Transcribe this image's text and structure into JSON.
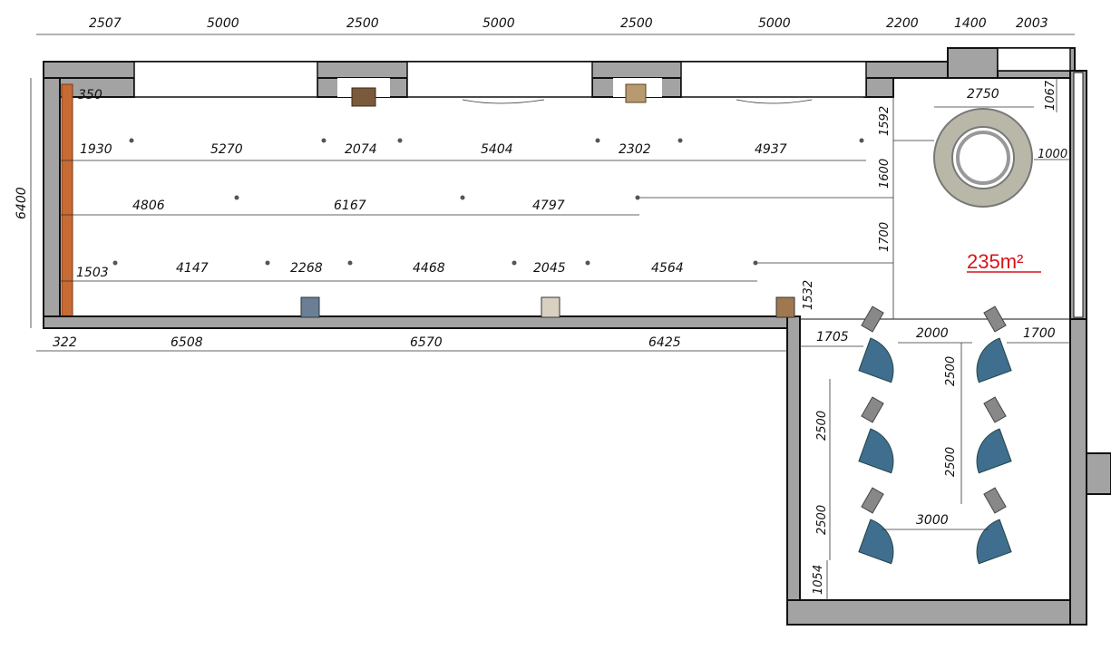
{
  "area_label": "235m²",
  "top_dims": [
    "2507",
    "5000",
    "2500",
    "5000",
    "2500",
    "5000",
    "2200",
    "1400",
    "2003"
  ],
  "left_dim": "6400",
  "wall_offset": "350",
  "row1_dims": [
    "1930",
    "5270",
    "2074",
    "5404",
    "2302",
    "4937"
  ],
  "row2_dims": [
    "4806",
    "6167",
    "4797"
  ],
  "row3_dims": [
    "1503",
    "4147",
    "2268",
    "4468",
    "2045",
    "4564"
  ],
  "bottom_dims": [
    "322",
    "6508",
    "6570",
    "6425"
  ],
  "right_vertical_dims": [
    "1592",
    "1600",
    "1700",
    "1532"
  ],
  "kiosk_dims": {
    "diameter": "2750",
    "gap": "1067",
    "radius": "1000"
  },
  "seating_dims": {
    "h1": "1705",
    "h2": "2000",
    "h3": "1700",
    "h4": "3000",
    "v1": "2500",
    "v2": "2500",
    "v3": "2500",
    "v4": "2500",
    "v5": "1054"
  },
  "colors": {
    "wall": "#a3a3a3",
    "chair": "#3f6e8f",
    "accent_wall": "#c86a34",
    "area_text": "#d8141c"
  }
}
